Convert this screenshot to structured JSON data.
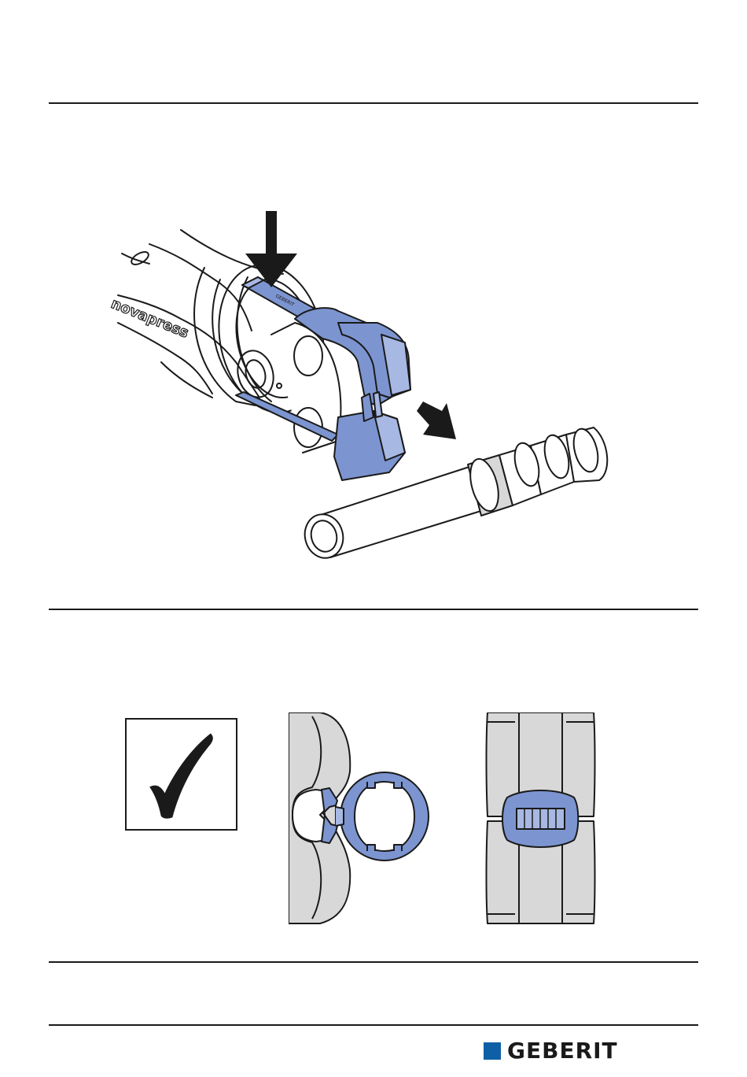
{
  "tool": {
    "body_lettering": "novapress",
    "jaw_lettering": "GEBERIT"
  },
  "footer": {
    "brand": "GEBERIT"
  },
  "colors": {
    "jaw_blue": "#7c95d0",
    "jaw_blue_light": "#a7b8e3",
    "outline": "#1a1a1a",
    "shade_grey": "#d8d8d8",
    "brand_blue": "#0f5fa6"
  },
  "icons": {
    "check": "checkmark-icon",
    "press_arrow": "arrow-down-icon",
    "slide_arrow": "arrow-diagonal-icon"
  }
}
